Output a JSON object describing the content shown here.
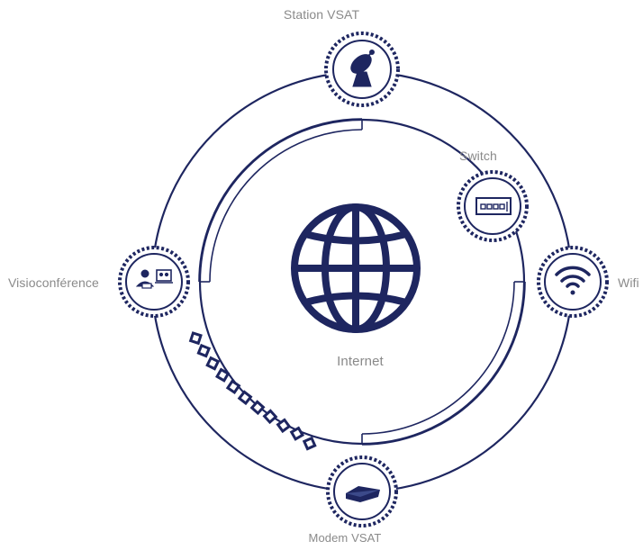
{
  "diagram": {
    "center_label": "Internet",
    "nodes": [
      {
        "id": "station-vsat",
        "label": "Station VSAT",
        "icon": "satellite-dish-icon"
      },
      {
        "id": "switch",
        "label": "Switch",
        "icon": "network-switch-icon"
      },
      {
        "id": "wifi",
        "label": "Wifi",
        "icon": "wifi-icon"
      },
      {
        "id": "modem-vsat",
        "label": "Modem VSAT",
        "icon": "modem-icon"
      },
      {
        "id": "visioconference",
        "label": "Visioconférence",
        "icon": "videoconference-icon"
      }
    ],
    "colors": {
      "primary": "#1e2660",
      "label": "#8a8a8a",
      "background": "#ffffff"
    }
  }
}
